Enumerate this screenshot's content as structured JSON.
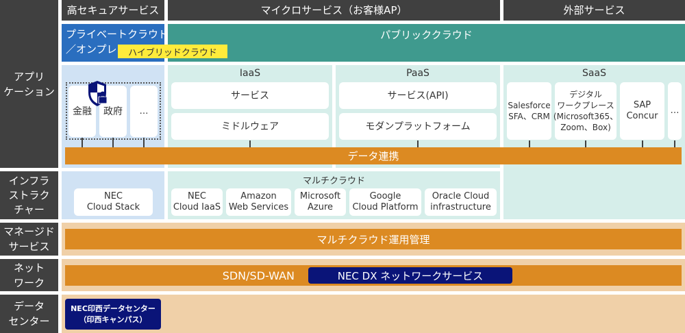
{
  "rows": {
    "application": "アプリ\nケーション",
    "infrastructure": "インフラ\nストラク\nチャー",
    "managed": "マネージド\nサービス",
    "network": "ネット\nワーク",
    "datacenter": "データ\nセンター"
  },
  "headers": {
    "secure": "高セキュアサービス",
    "micro": "マイクロサービス（お客様AP）",
    "external": "外部サービス"
  },
  "clouds": {
    "private": "プライベートクラウド\n／オンプレ",
    "public": "パブリッククラウド",
    "hybrid": "ハイブリッドクラウド"
  },
  "secure_apps": [
    "金融",
    "政府",
    "…"
  ],
  "iaas": {
    "title": "IaaS",
    "items": [
      "サービス",
      "ミドルウェア"
    ]
  },
  "paas": {
    "title": "PaaS",
    "items": [
      "サービス(API)",
      "モダンプラットフォーム"
    ]
  },
  "saas": {
    "title": "SaaS",
    "items": [
      "Salesforce\nSFA、CRM",
      "デジタル\nワークプレース\n(Microsoft365、\nZoom、Box)",
      "SAP\nConcur",
      "…"
    ]
  },
  "data_link": "データ連携",
  "infra": {
    "private": "NEC\nCloud Stack",
    "multicloud_title": "マルチクラウド",
    "multicloud": [
      "NEC\nCloud IaaS",
      "Amazon\nWeb Services",
      "Microsoft\nAzure",
      "Google\nCloud Platform",
      "Oracle Cloud\ninfrastructure"
    ]
  },
  "managed_bar": "マルチクラウド運用管理",
  "network": {
    "sdn": "SDN/SD-WAN",
    "dx": "NEC DX ネットワークサービス"
  },
  "datacenter": {
    "inzai": "NEC印西データセンター\n（印西キャンパス）"
  },
  "colors": {
    "dark": "#404040",
    "private": "#2a6ebf",
    "public": "#3f9a8e",
    "hybrid": "#ffeb3b",
    "orange": "#dc8a22",
    "navy": "#0a1478"
  }
}
